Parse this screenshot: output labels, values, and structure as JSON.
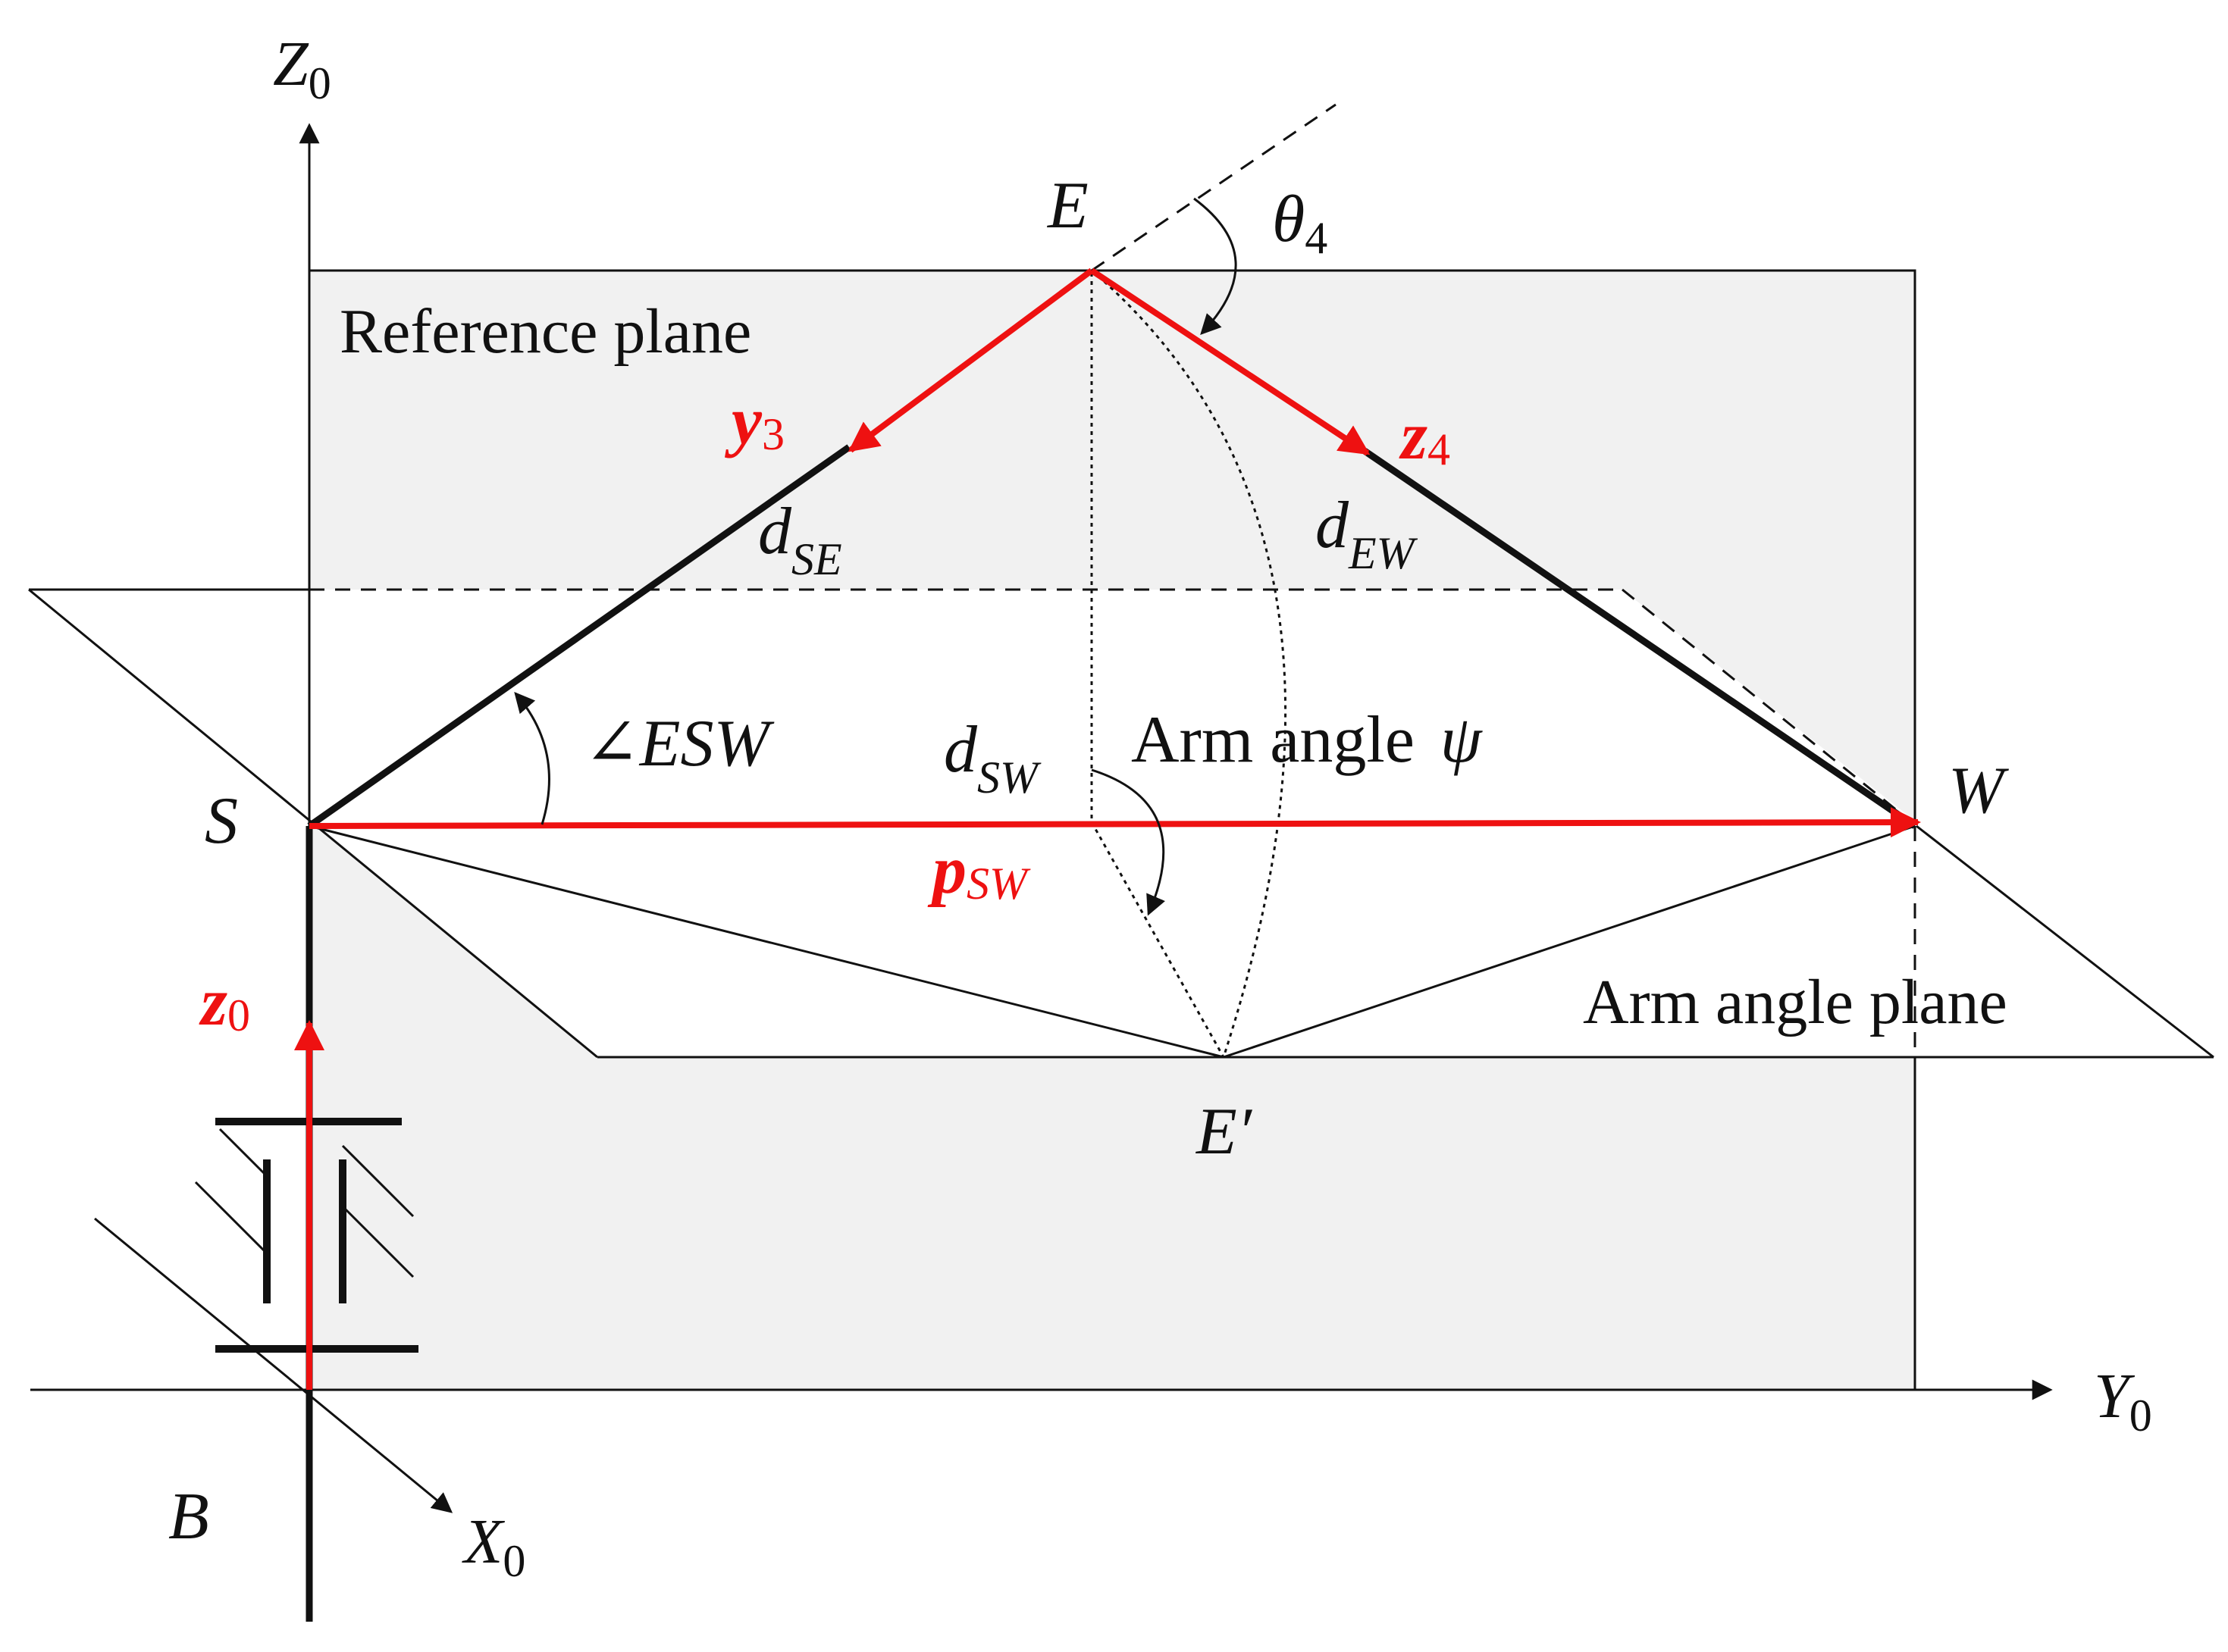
{
  "colors": {
    "background": "#ffffff",
    "reference_plane_fill": "#f1f1f1",
    "line": "#111111",
    "vector_red": "#ee1111"
  },
  "axes": {
    "z0": {
      "main": "Z",
      "sub": "0"
    },
    "y0": {
      "main": "Y",
      "sub": "0"
    },
    "x0": {
      "main": "X",
      "sub": "0"
    }
  },
  "points": {
    "E": "E",
    "E_prime": "E′",
    "S": "S",
    "W": "W",
    "B": "B"
  },
  "planes": {
    "reference": "Reference plane",
    "arm_angle": "Arm angle plane"
  },
  "vectors": {
    "y3": {
      "main": "y",
      "sub": "3"
    },
    "z4": {
      "main": "z",
      "sub": "4"
    },
    "z0": {
      "main": "z",
      "sub": "0"
    },
    "p_sw": {
      "main": "p",
      "sub": "SW"
    }
  },
  "distances": {
    "d_se": {
      "main": "d",
      "sub": "SE"
    },
    "d_ew": {
      "main": "d",
      "sub": "EW"
    },
    "d_sw": {
      "main": "d",
      "sub": "SW"
    }
  },
  "angles": {
    "theta4": {
      "main": "θ",
      "sub": "4"
    },
    "esw": "∠ESW",
    "arm_angle_label": "Arm angle",
    "psi": "ψ"
  }
}
